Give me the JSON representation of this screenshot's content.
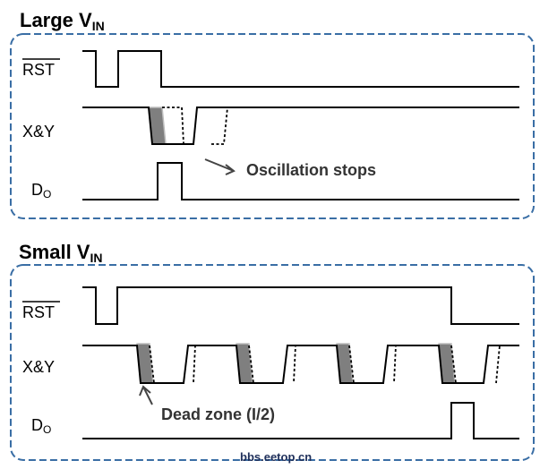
{
  "panel_large": {
    "title_main": "Large V",
    "title_sub": "IN",
    "signals": {
      "rst": "RST",
      "xy": "X&Y",
      "do_main": "D",
      "do_sub": "O"
    },
    "annotation": "Oscillation stops"
  },
  "panel_small": {
    "title_main": "Small V",
    "title_sub": "IN",
    "signals": {
      "rst": "RST",
      "xy": "X&Y",
      "do_main": "D",
      "do_sub": "O"
    },
    "annotation": "Dead zone (I/2)"
  },
  "watermark": "bbs.eetop.cn",
  "colors": {
    "frame": "#3a6ea5",
    "dead_zone": "#7f7f7f",
    "trace": "#000000"
  }
}
